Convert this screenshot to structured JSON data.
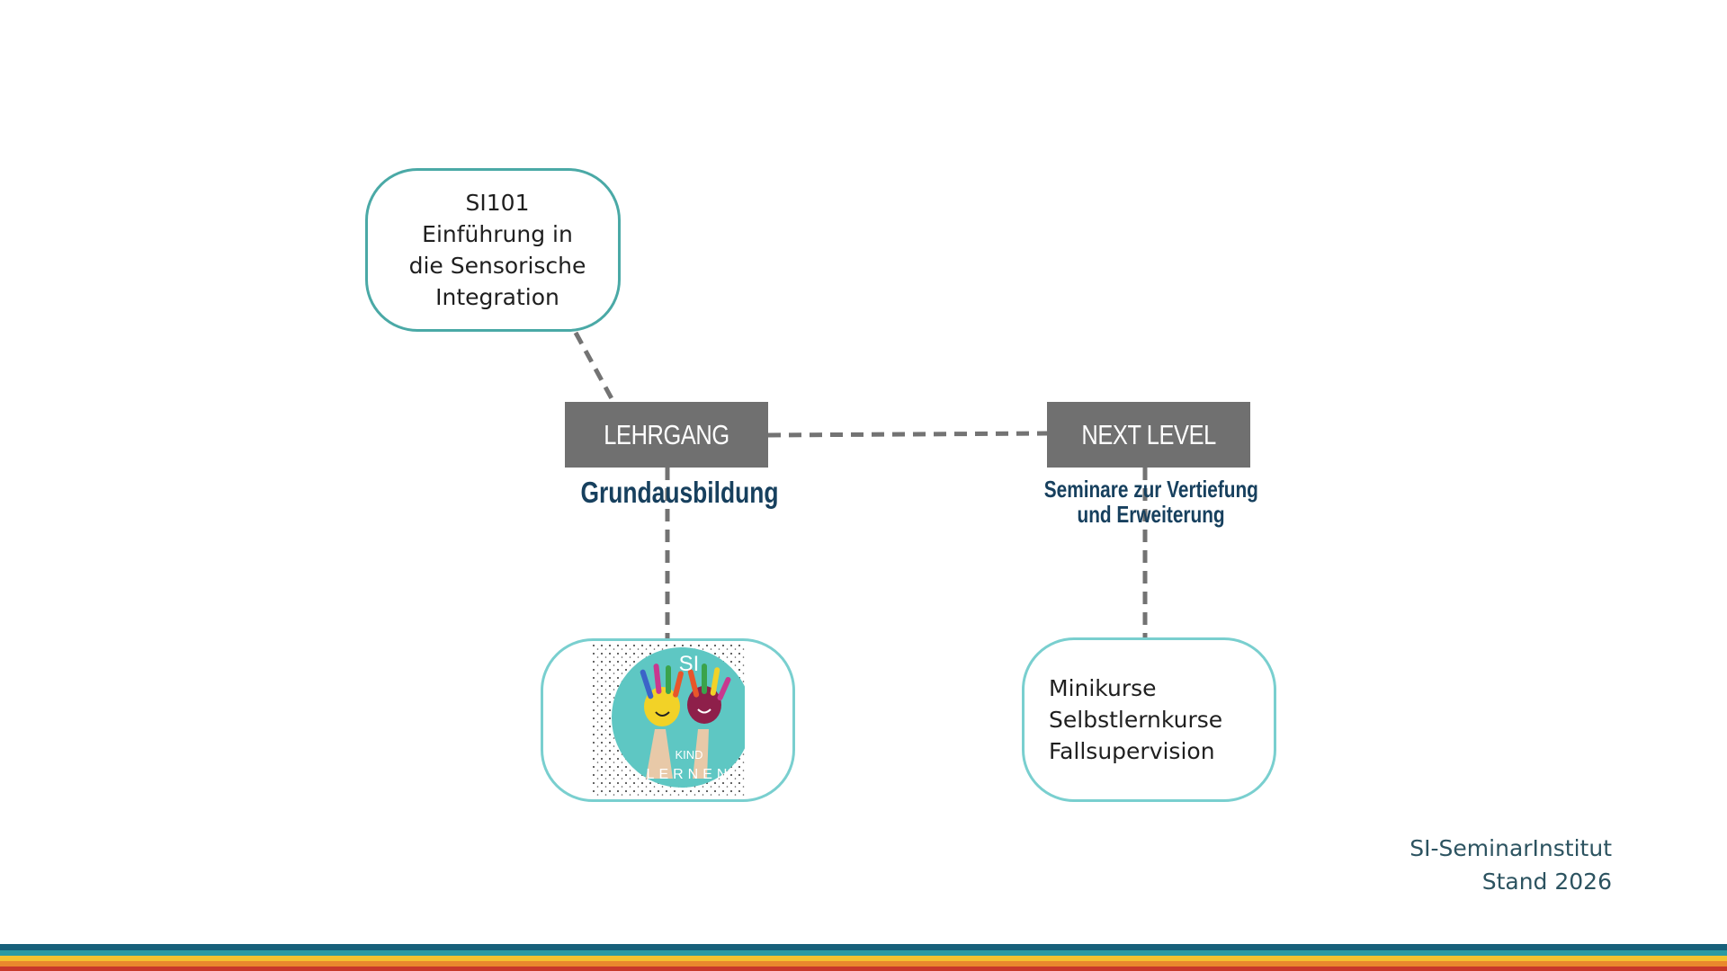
{
  "nodes": {
    "si101": {
      "lines": [
        "SI101",
        "Einführung in",
        "die Sensorische",
        "Integration"
      ]
    },
    "lehrgang": {
      "label": "LEHRGANG",
      "subtitle": "Grundausbildung"
    },
    "next_level": {
      "label": "NEXT LEVEL",
      "subtitle_lines": [
        "Seminare zur Vertiefung",
        "und Erweiterung"
      ]
    },
    "logo_bubble": {
      "image": "si-kind-lernen-logo",
      "logo_text": [
        "SI",
        "KIND",
        "LERNEN"
      ]
    },
    "next_offers": {
      "lines": [
        "Minikurse",
        "Selbstlernkurse",
        "Fallsupervision"
      ]
    }
  },
  "footer": {
    "lines": [
      "SI-SeminarInstitut",
      "Stand 2026"
    ]
  },
  "colors": {
    "bubble_border_dark": "#4aa9a6",
    "bubble_border_light": "#79cfcf",
    "tag_fill": "#707070",
    "subtitle_text": "#17405e",
    "connector": "#737373",
    "footer_text": "#2c5360",
    "stripes": [
      "#17607a",
      "#2a9aa3",
      "#f2c230",
      "#e9882d",
      "#c7382a"
    ]
  }
}
